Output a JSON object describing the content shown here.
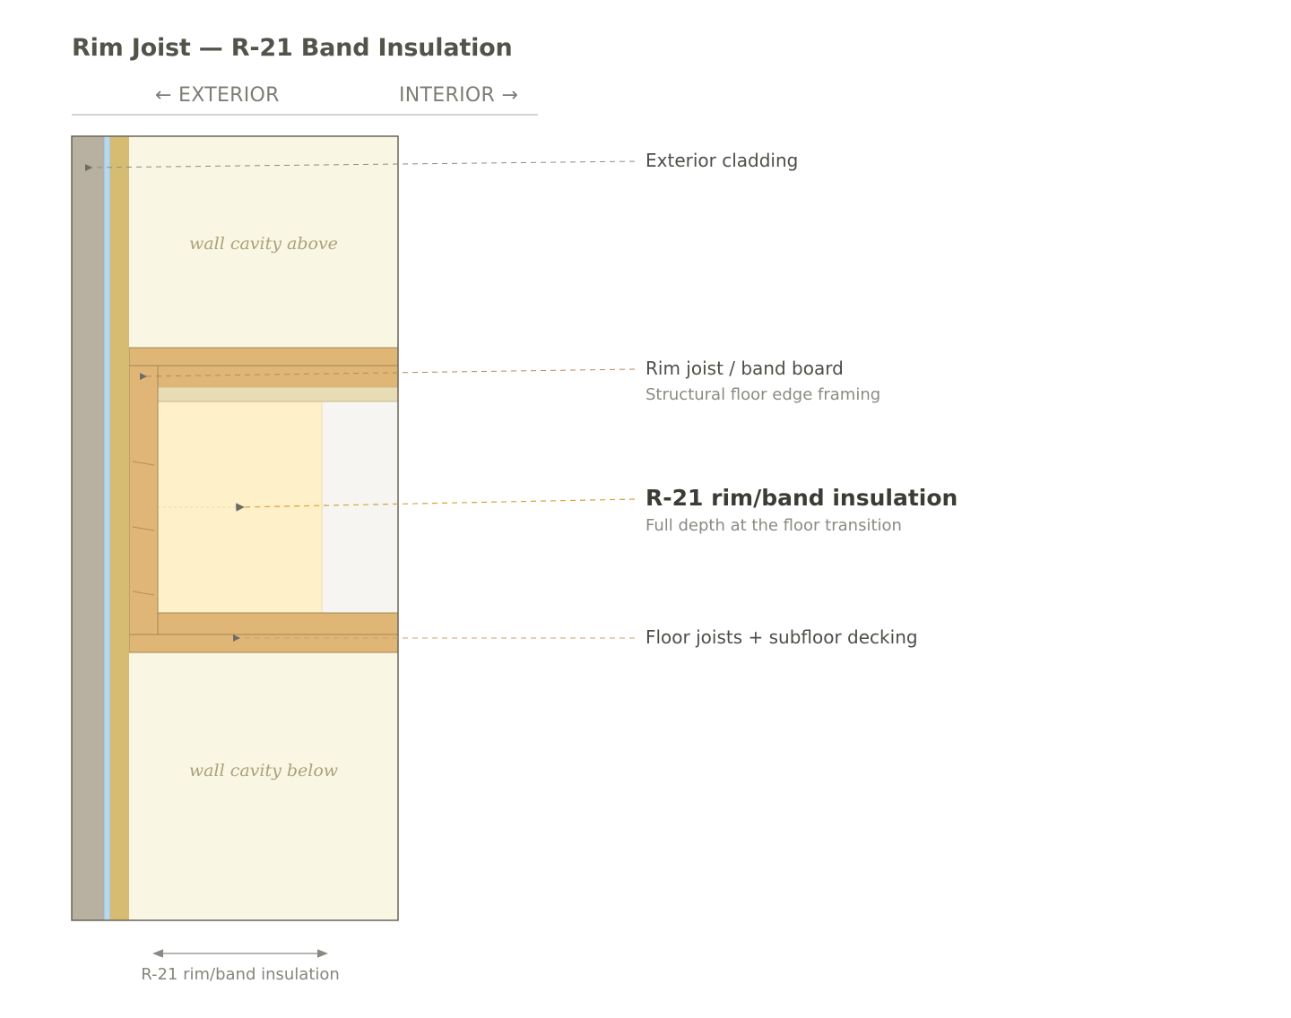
{
  "title": "Rim Joist — R-21 Band Insulation",
  "orientation": {
    "exterior_label": "← EXTERIOR",
    "interior_label": "INTERIOR →"
  },
  "zones": {
    "wall_cavity_above": "wall cavity above",
    "wall_cavity_below": "wall cavity below"
  },
  "callouts": {
    "cladding": {
      "label": "Exterior cladding"
    },
    "rim_joist": {
      "label": "Rim joist / band board",
      "sublabel": "Structural floor edge framing"
    },
    "insulation": {
      "label": "R-21 rim/band insulation",
      "sublabel": "Full depth at the floor transition"
    },
    "floor": {
      "label": "Floor joists + subfloor decking"
    }
  },
  "dimension": {
    "label": "R-21 rim/band insulation"
  },
  "colors": {
    "cladding": "#b8b0a0",
    "wrb": "#b9d8ec",
    "sheathing": "#d6bb72",
    "cavity": "#faf6e4",
    "lumber": "#e0b677",
    "subfloor": "#e7dcb3",
    "insulation": "#fef0c8",
    "interior_space": "#f6f5f2",
    "outline": "#6b6556",
    "insulation_leader": "#d9a23a",
    "rim_leader": "#b8865a",
    "floor_leader": "#c9a169"
  }
}
